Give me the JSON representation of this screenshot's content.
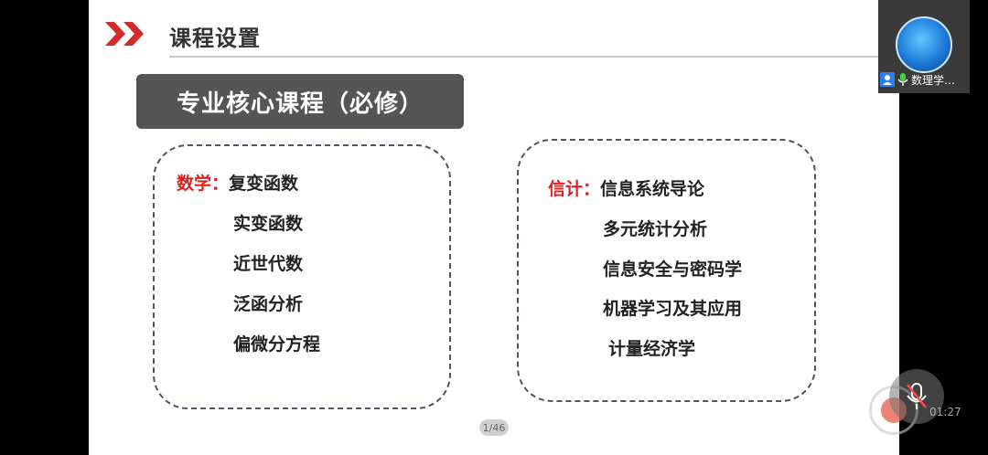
{
  "slide": {
    "title": "课程设置",
    "banner": "专业核心课程（必修）",
    "page_indicator": "1/46",
    "math": {
      "category": "数学：",
      "courses": [
        "复变函数",
        "实变函数",
        "近世代数",
        "泛函分析",
        "偏微分方程"
      ]
    },
    "stat": {
      "category": "信计：",
      "courses": [
        "信息系统导论",
        "多元统计分析",
        "信息安全与密码学",
        "机器学习及其应用",
        "计量经济学"
      ]
    }
  },
  "participant": {
    "name": "数理学…"
  },
  "recording": {
    "time": "01:27"
  },
  "colors": {
    "accent_red": "#d42a2a",
    "banner_gray": "#555555",
    "category_red": "#e02020"
  },
  "icons": [
    "double-chevron-icon",
    "user-icon",
    "mic-icon",
    "mic-muted-icon",
    "record-icon"
  ]
}
